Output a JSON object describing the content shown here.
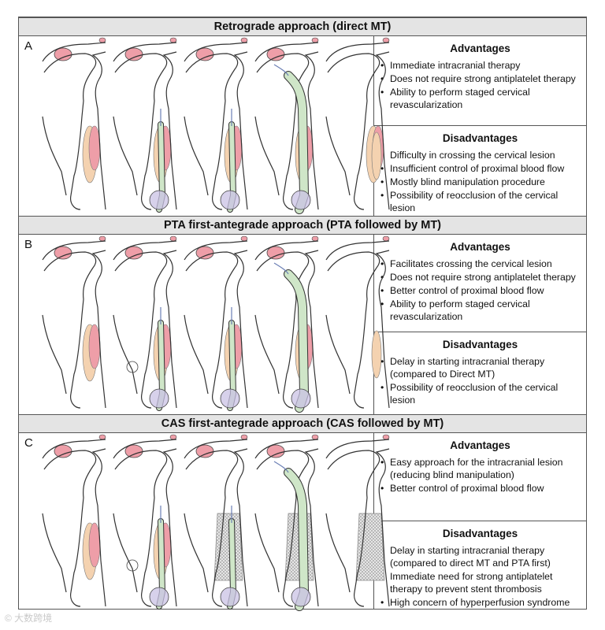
{
  "panels": [
    {
      "letter": "A",
      "title": "Retrograde approach (direct MT)",
      "advantages_title": "Advantages",
      "advantages": [
        "Immediate intracranial therapy",
        "Does not require strong antiplatelet therapy",
        "Ability to perform staged cervical revascularization"
      ],
      "disadvantages_title": "Disadvantages",
      "disadvantages": [
        "Difficulty in crossing the cervical lesion",
        "Insufficient control of proximal blood flow",
        "Mostly blind manipulation procedure",
        "Possibility of reocclusion of the cervical lesion"
      ]
    },
    {
      "letter": "B",
      "title": "PTA first-antegrade approach (PTA followed by MT)",
      "advantages_title": "Advantages",
      "advantages": [
        "Facilitates crossing the cervical lesion",
        "Does not require strong antiplatelet therapy",
        "Better control of proximal blood flow",
        "Ability to perform staged cervical revascularization"
      ],
      "disadvantages_title": "Disadvantages",
      "disadvantages": [
        "Delay in starting intracranial therapy (compared to Direct MT)",
        "Possibility of reocclusion of the cervical lesion"
      ]
    },
    {
      "letter": "C",
      "title": "CAS first-antegrade approach (CAS followed by MT)",
      "advantages_title": "Advantages",
      "advantages": [
        "Easy approach for the intracranial lesion (reducing blind manipulation)",
        "Better control of proximal blood flow"
      ],
      "disadvantages_title": "Disadvantages",
      "disadvantages": [
        "Delay in starting intracranial therapy (compared to direct MT and PTA first)",
        "Immediate need for strong antiplatelet therapy to prevent stent thrombosis",
        "High concern of hyperperfusion syndrome"
      ]
    }
  ],
  "watermark": "© 大数跨境",
  "colors": {
    "occlusion": "#ee9ea8",
    "plaque": "#f4d2b0",
    "catheter": "#cfe6c8",
    "balloon": "#c9c2e4",
    "stent": "#bdbdbd",
    "banner": "#e4e4e4"
  }
}
